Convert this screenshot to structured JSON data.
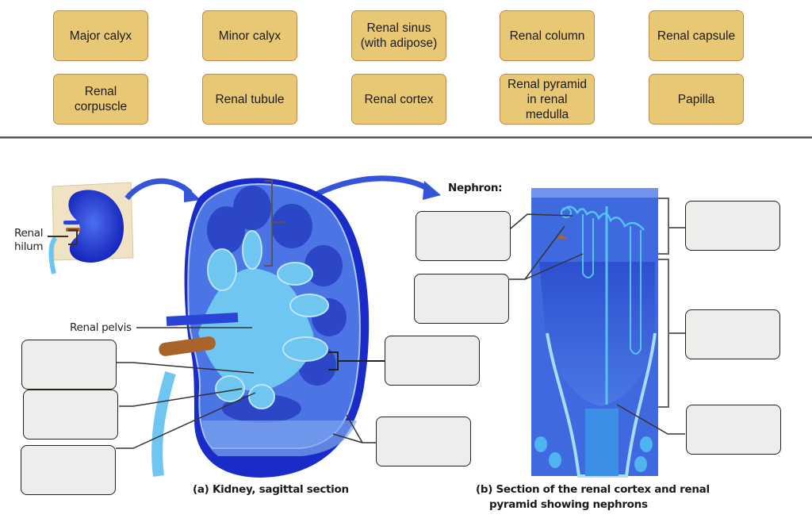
{
  "label_bank": [
    {
      "id": "major-calyx",
      "text": "Major calyx"
    },
    {
      "id": "minor-calyx",
      "text": "Minor calyx"
    },
    {
      "id": "renal-sinus",
      "text": "Renal sinus\n(with adipose)"
    },
    {
      "id": "renal-column",
      "text": "Renal column"
    },
    {
      "id": "renal-capsule",
      "text": "Renal capsule"
    },
    {
      "id": "renal-corpuscle",
      "text": "Renal\ncorpuscle"
    },
    {
      "id": "renal-tubule",
      "text": "Renal tubule"
    },
    {
      "id": "renal-cortex",
      "text": "Renal cortex"
    },
    {
      "id": "renal-pyramid",
      "text": "Renal pyramid\nin renal\nmedulla"
    },
    {
      "id": "papilla",
      "text": "Papilla"
    }
  ],
  "diagram": {
    "static_labels": {
      "renal_hilum": "Renal\nhilum",
      "renal_pelvis": "Renal pelvis",
      "nephron": "Nephron:"
    },
    "captions": {
      "a": "(a) Kidney, sagittal section",
      "b_line1": "(b) Section of the renal cortex and renal",
      "b_line2": "pyramid showing nephrons"
    },
    "drop_targets": [
      "",
      "",
      "",
      "",
      "",
      "",
      "",
      "",
      "",
      "",
      ""
    ]
  },
  "colors": {
    "label_fill": "#e8c874",
    "label_border": "#c28a4a",
    "drop_fill": "#ededeb",
    "kidney_dark": "#1a2fd0",
    "kidney_mid": "#4a73e8",
    "kidney_light": "#6fc6f0"
  }
}
